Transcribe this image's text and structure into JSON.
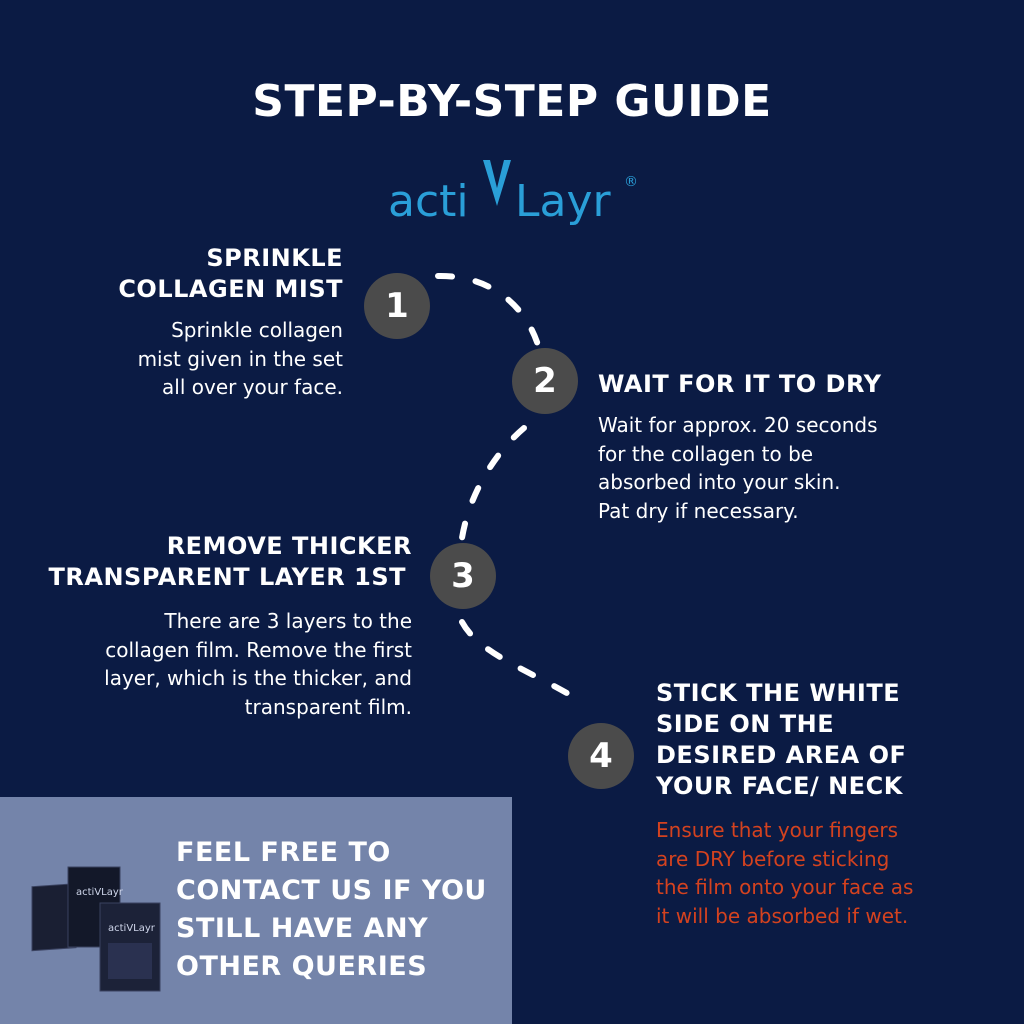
{
  "title": "STEP-BY-STEP GUIDE",
  "logo": {
    "text_a": "acti",
    "text_v": "V",
    "text_b": "Layr",
    "registered": "®"
  },
  "colors": {
    "background": "#0b1b44",
    "accent_blue": "#2a9fd8",
    "circle": "#4b4b4b",
    "panel": "#7484aa",
    "warning": "#d4421f"
  },
  "steps": [
    {
      "number": "1",
      "title_l1": "SPRINKLE",
      "title_l2": "COLLAGEN MIST",
      "body": [
        "Sprinkle collagen",
        "mist given in the set",
        "all over your face."
      ]
    },
    {
      "number": "2",
      "title_l1": "WAIT FOR IT TO DRY",
      "body": [
        "Wait for approx. 20 seconds",
        "for the collagen to be",
        "absorbed into your skin.",
        "Pat dry if necessary."
      ]
    },
    {
      "number": "3",
      "title_l1": "REMOVE THICKER",
      "title_l2": "TRANSPARENT LAYER 1ST",
      "body": [
        "There are 3 layers to the",
        "collagen film. Remove the first",
        "layer, which is the thicker, and",
        "transparent film."
      ]
    },
    {
      "number": "4",
      "title_lines": [
        "STICK THE WHITE",
        "SIDE ON THE",
        "DESIRED AREA OF",
        "YOUR FACE/ NECK"
      ],
      "body": [
        "Ensure that your fingers",
        "are DRY before sticking",
        "the film onto your face as",
        "it will be absorbed if wet."
      ]
    }
  ],
  "contact": {
    "lines": [
      "FEEL FREE TO",
      "CONTACT US IF YOU",
      "STILL HAVE ANY",
      "OTHER QUERIES"
    ]
  },
  "product_box_label": "actiVLayr"
}
